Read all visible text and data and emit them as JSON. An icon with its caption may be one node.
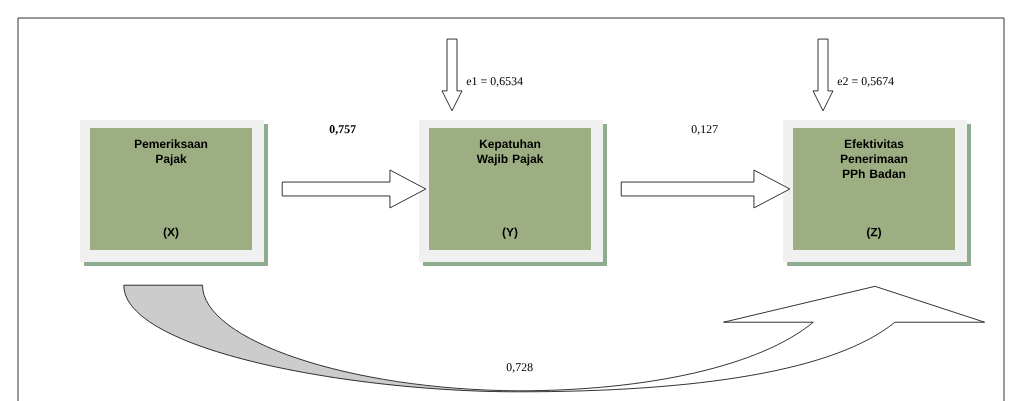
{
  "diagram": {
    "nodes": [
      {
        "text": [
          "Pemeriksaan Pajak",
          "(X)"
        ]
      },
      {
        "text": [
          "Kepatuhan Wajib Pajak",
          "(Y)"
        ]
      },
      {
        "text": [
          "Efektivitas Penerimaan PPh Badan",
          "(Z)"
        ]
      }
    ],
    "edges": [
      {
        "from": 0,
        "to": 1,
        "arrow": "to",
        "label": "0,757"
      },
      {
        "from": 1,
        "to": 2,
        "arrow": "to",
        "label": "0,127"
      },
      {
        "from": 0,
        "to": 2,
        "arrow": "to",
        "label": "0,728"
      },
      {
        "from": null,
        "to": 1,
        "arrow": "to",
        "label": "e1 = 0,6534"
      },
      {
        "from": null,
        "to": 2,
        "arrow": "to",
        "label": "e2 = 0,5674"
      }
    ]
  }
}
